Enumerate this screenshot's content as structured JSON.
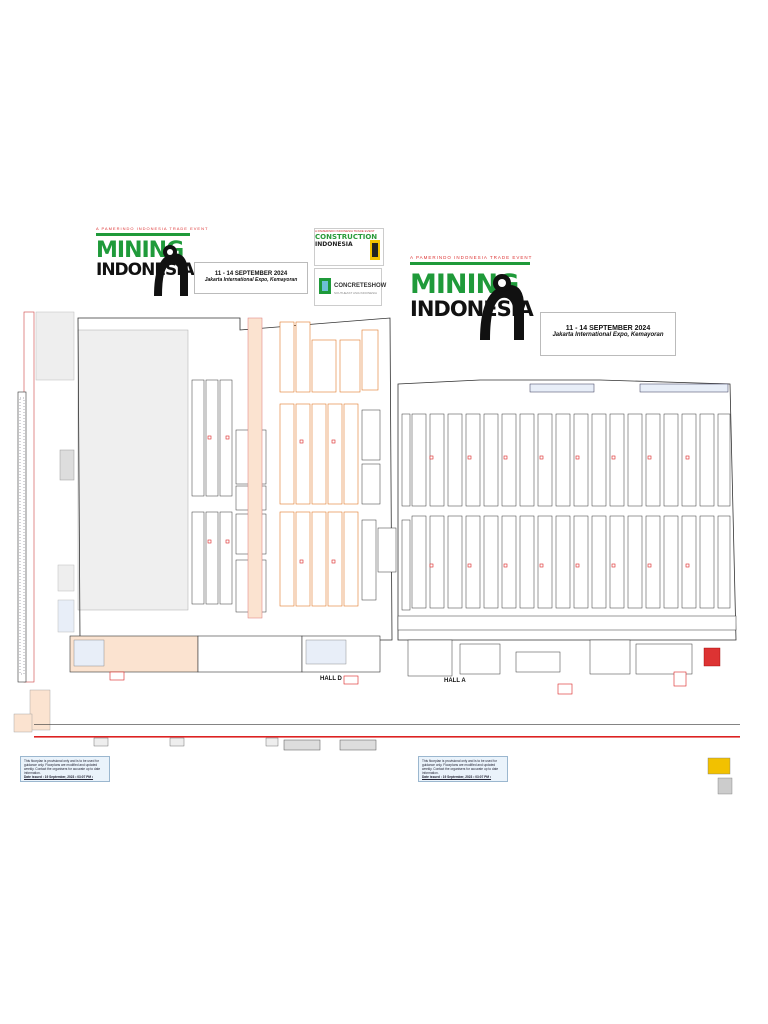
{
  "colors": {
    "accent_green": "#1f9a3a",
    "booth_red": "#d22222",
    "hall_outline": "#333333",
    "orange_booth": "#e07a2a",
    "disclaimer_bg": "#eaf3fb"
  },
  "left_header": {
    "tagline": "A PAMERINDO INDONESIA TRADE EVENT",
    "logo_line1": "MINING",
    "logo_line2": "INDONESIA",
    "dates": "11 - 14 SEPTEMBER 2024",
    "venue": "Jakarta International Expo, Kemayoran",
    "partner1_tagline": "A PAMERINDO INDONESIA TRADE EVENT",
    "partner1_line1": "CONSTRUCTION",
    "partner1_line2": "INDONESIA",
    "partner2_line1": "CONCRETESHOW",
    "partner2_line2": "SOUTHEAST ASIA INDONESIA"
  },
  "right_header": {
    "tagline": "A PAMERINDO INDONESIA TRADE EVENT",
    "logo_line1": "MINING",
    "logo_line2": "INDONESIA",
    "dates": "11 - 14 SEPTEMBER 2024",
    "venue": "Jakarta International Expo, Kemayoran"
  },
  "halls": {
    "hall_d2": "HALL D",
    "hall_a": "HALL A"
  },
  "disclaimer_left": {
    "text": "This floorplan is provisional only and is to be used for guidance only. Floorplans are modified and updated weekly. Contact the organisers for accurate up to date information.",
    "date": "Date issued : 19 September, 2023  • 03:07 PM •"
  },
  "disclaimer_right": {
    "text": "This floorplan is provisional only and is to be used for guidance only. Floorplans are modified and updated weekly. Contact the organisers for accurate up to date information.",
    "date": "Date issued : 19 September, 2023  • 03:07 PM •"
  },
  "icons": [
    "mining-emblem-icon",
    "construction-emblem-icon",
    "concrete-emblem-icon",
    "toilet-icon",
    "door-icon"
  ]
}
